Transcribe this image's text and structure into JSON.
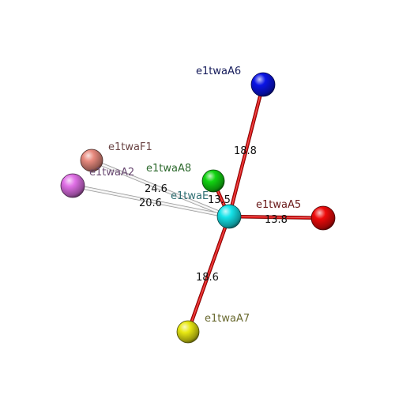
{
  "central_node": {
    "name": "e1twaE",
    "label": "e1twaE",
    "color": "#16e4ea",
    "label_color": "#2f6f73"
  },
  "nodes": [
    {
      "id": "e1twaA6",
      "label": "e1twaA6",
      "color": "#0a14e6",
      "label_color": "#141a5a",
      "distance": "18.8",
      "bond": "red"
    },
    {
      "id": "e1twaF1",
      "label": "e1twaF1",
      "color": "#e88a7e",
      "label_color": "#6a4444",
      "distance": "24.6",
      "bond": "white"
    },
    {
      "id": "e1twaA2",
      "label": "e1twaA2",
      "color": "#e070e6",
      "label_color": "#6a4a72",
      "distance": "20.6",
      "bond": "white"
    },
    {
      "id": "e1twaA8",
      "label": "e1twaA8",
      "color": "#12d412",
      "label_color": "#2e6a2e",
      "distance": "13.5",
      "bond": "red"
    },
    {
      "id": "e1twaA5",
      "label": "e1twaA5",
      "color": "#ee0a0a",
      "label_color": "#6a1a1a",
      "distance": "13.8",
      "bond": "red"
    },
    {
      "id": "e1twaA7",
      "label": "e1twaA7",
      "color": "#e8e812",
      "label_color": "#6a6a30",
      "distance": "18.6",
      "bond": "red"
    }
  ],
  "colors": {
    "red_bond": "#d90a0a",
    "white_bond": "#e8e8e8",
    "background": "#ffffff"
  }
}
